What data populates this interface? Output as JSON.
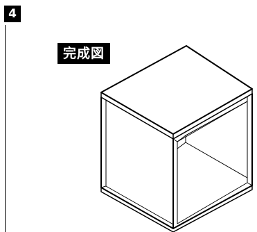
{
  "step": {
    "number": "4"
  },
  "title": {
    "label": "完成図"
  },
  "figure": {
    "icon": "assembled-open-cube-shelf"
  }
}
